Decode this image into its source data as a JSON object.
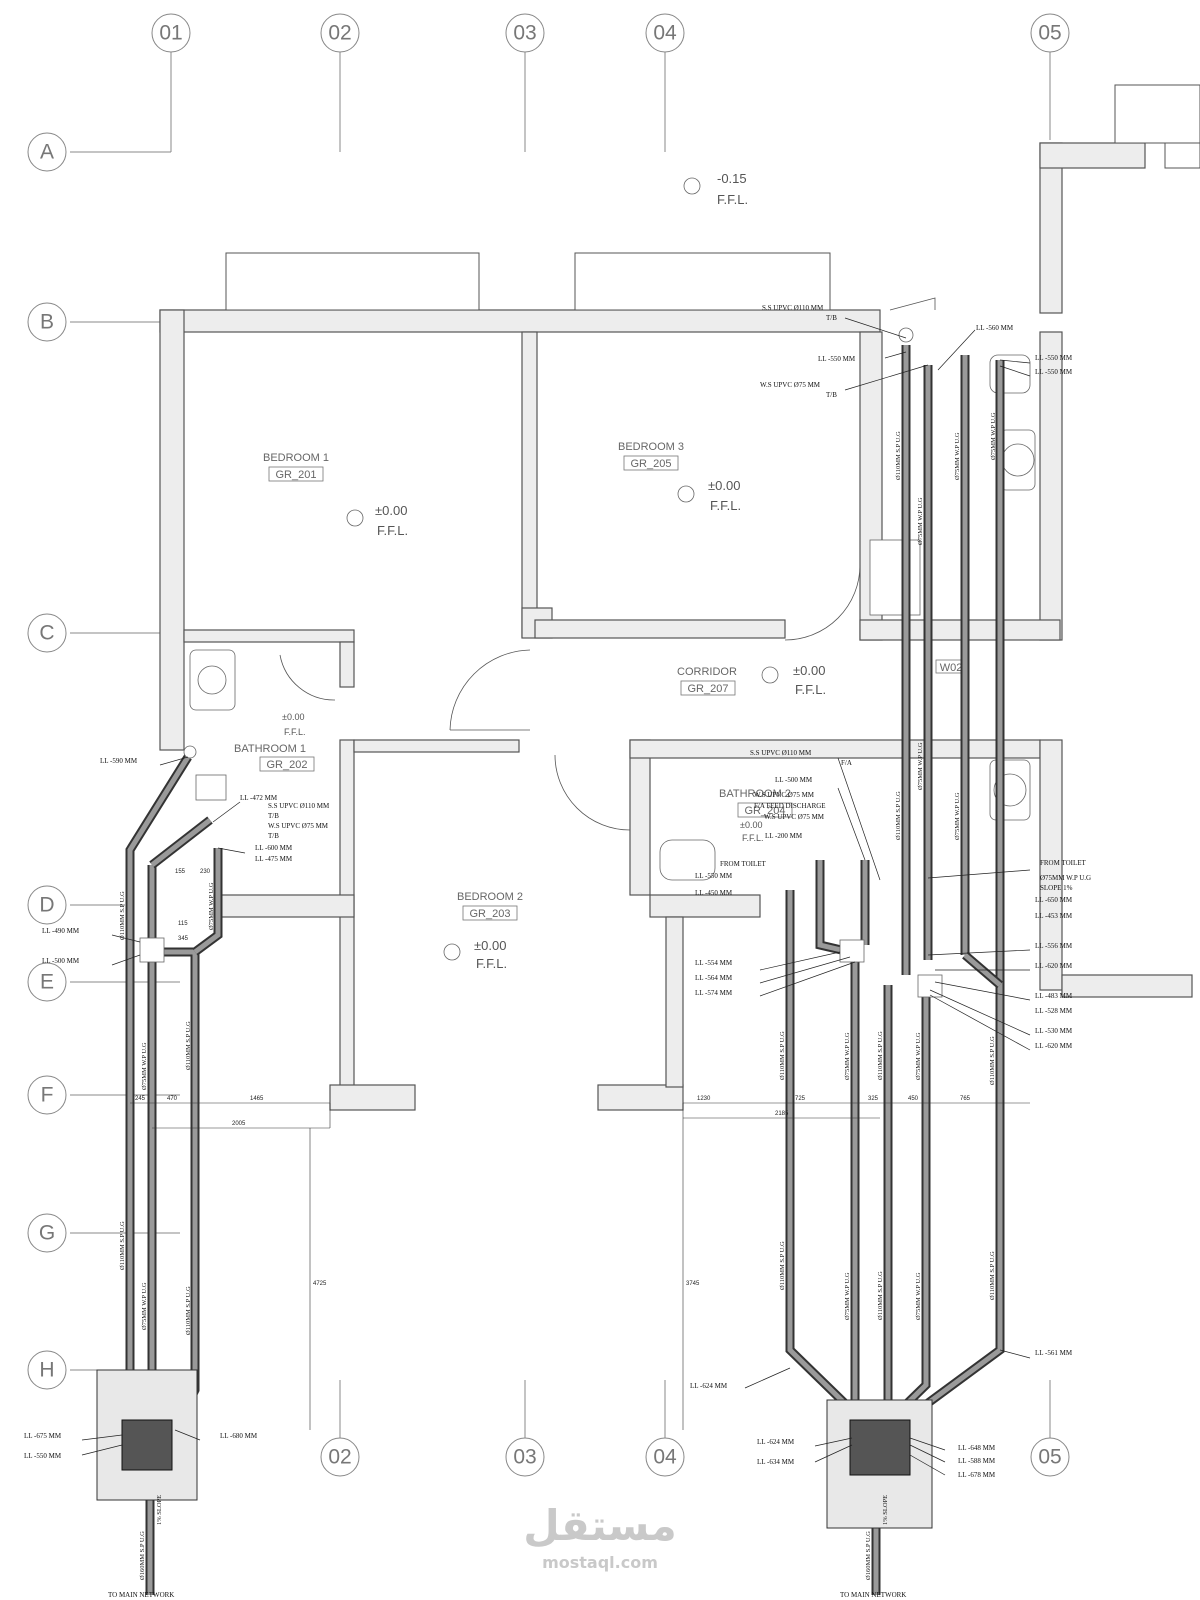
{
  "grid": {
    "columns_top": [
      "01",
      "02",
      "03",
      "04",
      "05"
    ],
    "columns_bottom": [
      "02",
      "03",
      "04",
      "05"
    ],
    "rows": [
      "A",
      "B",
      "C",
      "D",
      "E",
      "F",
      "G",
      "H"
    ]
  },
  "rooms": [
    {
      "name": "BEDROOM 1",
      "code": "GR_201",
      "level": "±0.00",
      "ref": "F.F.L."
    },
    {
      "name": "BEDROOM 3",
      "code": "GR_205",
      "level": "±0.00",
      "ref": "F.F.L."
    },
    {
      "name": "CORRIDOR",
      "code": "GR_207",
      "level": "±0.00",
      "ref": "F.F.L."
    },
    {
      "name": "BATHROOM 1",
      "code": "GR_202",
      "level": "±0.00",
      "ref": "F.F.L."
    },
    {
      "name": "BEDROOM 2",
      "code": "GR_203",
      "level": "±0.00",
      "ref": "F.F.L."
    },
    {
      "name": "BATHROOM 2",
      "code": "GR_204",
      "level": "±0.00",
      "ref": "F.F.L."
    }
  ],
  "outside_level": {
    "value": "-0.15",
    "ref": "F.F.L."
  },
  "w02": "W02",
  "labels_left": [
    "LL -590 MM",
    "LL -472 MM",
    "S.S UPVC Ø110 MM",
    "T/B",
    "W.S UPVC Ø75 MM",
    "T/B",
    "LL -600 MM",
    "LL -475 MM",
    "LL -490 MM",
    "LL -500 MM",
    "LL -675 MM",
    "LL -550 MM",
    "LL -680 MM"
  ],
  "labels_top_right": [
    "S.S UPVC Ø110 MM",
    "T/B",
    "LL -550 MM",
    "W.S UPVC Ø75 MM",
    "T/B",
    "LL -560 MM",
    "LL -550 MM",
    "LL -550 MM"
  ],
  "labels_center": [
    "S.S UPVC Ø110 MM",
    "F/A",
    "LL -500 MM",
    "W.S UPVC Ø75 MM",
    "F/A FEED DISCHARGE",
    "W.S UPVC Ø75 MM",
    "LL -200 MM",
    "FROM TOILET",
    "LL -550 MM",
    "LL -450 MM",
    "LL -554 MM",
    "LL -564 MM",
    "LL -574 MM"
  ],
  "labels_right": [
    "FROM TOILET",
    "Ø75MM W.P U.G",
    "SLOPE 1%",
    "LL -650 MM",
    "LL -453 MM",
    "LL -556 MM",
    "LL -620 MM",
    "LL -483 MM",
    "LL -528 MM",
    "LL -530 MM",
    "LL -620 MM",
    "LL -561 MM"
  ],
  "labels_bottom": [
    "LL -624 MM",
    "LL -624 MM",
    "LL -634 MM",
    "LL -648 MM",
    "LL -588 MM",
    "LL -678 MM"
  ],
  "pipe_tags": {
    "sp110": "Ø110MM S.P U.G",
    "wp75": "Ø75MM W.P U.G",
    "sp160": "Ø160MM S.P U.G",
    "slope": "1% SLOPE"
  },
  "network": [
    "TO MAIN NETWORK",
    "TO MAIN NETWORK"
  ],
  "dims": [
    "245",
    "470",
    "1465",
    "2005",
    "1230",
    "725",
    "325",
    "450",
    "765",
    "2185",
    "4725",
    "3745"
  ],
  "misc_dims": [
    "155",
    "115",
    "230",
    "345"
  ],
  "watermark": {
    "arabic": "مستقل",
    "latin": "mostaql.com"
  }
}
